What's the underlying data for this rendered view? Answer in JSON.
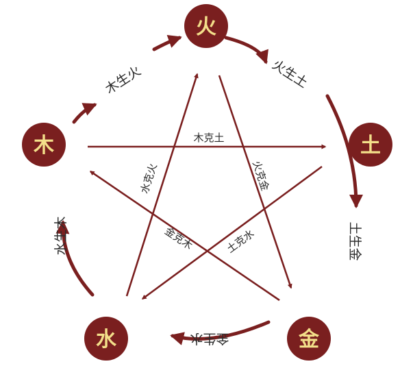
{
  "colors": {
    "maroon": "#7a1f1f",
    "node_text": "#f3df8a",
    "text": "#2b2b2b",
    "background": "#ffffff"
  },
  "elements": {
    "fire": "火",
    "earth": "土",
    "metal": "金",
    "water": "水",
    "wood": "木"
  },
  "generating": {
    "wood_fire": "木生火",
    "fire_earth": "火生土",
    "earth_metal": "土生金",
    "metal_water": "金生水",
    "water_wood": "水生木"
  },
  "overcoming": {
    "wood_earth": "木克土",
    "fire_metal": "火克金",
    "water_fire": "水克火",
    "metal_wood": "金克木",
    "earth_water": "土克水"
  }
}
